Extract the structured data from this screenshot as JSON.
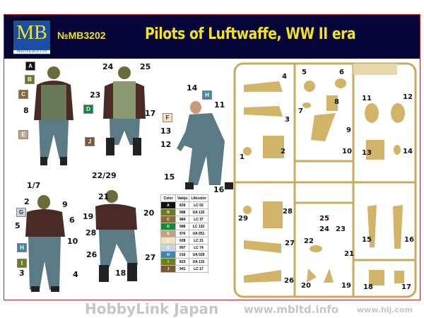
{
  "header": {
    "logo_text": "MB",
    "logo_subtext": "MASTER BOX LTD",
    "code": "№MB3202",
    "title": "Pilots of Luftwaffe, WW  II era"
  },
  "colors": {
    "header_bg": "#05053a",
    "title": "#f4e21c",
    "frame": "#c8202a",
    "sprue": "#c9ab5c"
  },
  "paint_table": {
    "headers": [
      "Color",
      "Valejo",
      "Lifecolor"
    ],
    "rows": [
      {
        "letter": "A",
        "vallejo": "839",
        "lifecolor": "LC 02",
        "swatch": "#111111"
      },
      {
        "letter": "B",
        "vallejo": "988",
        "lifecolor": "UA 132",
        "swatch": "#6b7a22"
      },
      {
        "letter": "C",
        "vallejo": "984",
        "lifecolor": "LC 37",
        "swatch": "#8a6a3a"
      },
      {
        "letter": "D",
        "vallejo": "988",
        "lifecolor": "LC 132",
        "swatch": "#12893a"
      },
      {
        "letter": "E",
        "vallejo": "976",
        "lifecolor": "UA 051",
        "swatch": "#bfa489"
      },
      {
        "letter": "F",
        "vallejo": "928",
        "lifecolor": "LC 21",
        "swatch": "#efe2bd"
      },
      {
        "letter": "G",
        "vallejo": "997",
        "lifecolor": "LC 74",
        "swatch": "#c8d4e0"
      },
      {
        "letter": "H",
        "vallejo": "016",
        "lifecolor": "UA 029",
        "swatch": "#3f87a6"
      },
      {
        "letter": "I",
        "vallejo": "823",
        "lifecolor": "UA 132",
        "swatch": "#6f7f20"
      },
      {
        "letter": "J",
        "vallejo": "941",
        "lifecolor": "LC 17",
        "swatch": "#7a5a36"
      }
    ]
  },
  "figure_callouts": {
    "f1": {
      "A": "A",
      "B": "B",
      "C": "C",
      "n8": "8",
      "D": "D",
      "E": "E"
    },
    "f2": {
      "n24": "24",
      "n25": "25",
      "n23": "23",
      "n17": "17",
      "J": "J"
    },
    "f3": {
      "n14": "14",
      "H": "H",
      "n11": "11",
      "F": "F",
      "n13": "13",
      "n12": "12",
      "n15": "15",
      "n16": "16"
    },
    "f4": {
      "n17": "1/7",
      "n2": "2",
      "n9": "9",
      "G": "G",
      "n6": "6",
      "n5": "5",
      "n10": "10",
      "H": "H",
      "I": "I",
      "n3": "3",
      "n4": "4"
    },
    "f5": {
      "n2229": "22/29",
      "n21": "21",
      "n20": "20",
      "n19": "19",
      "n28": "28",
      "n26": "26",
      "n27": "27",
      "n18": "18"
    }
  },
  "sprue_numbers": [
    "4",
    "5",
    "6",
    "7",
    "8",
    "3",
    "9",
    "11",
    "12",
    "2",
    "1",
    "10",
    "13",
    "14",
    "29",
    "28",
    "25",
    "24",
    "23",
    "22",
    "27",
    "21",
    "15",
    "16",
    "26",
    "20",
    "19",
    "18",
    "17"
  ],
  "watermarks": {
    "site1": "www.mbltd.info",
    "site2": "www.hlj.com",
    "hobby": "HobbyLink Japan"
  }
}
